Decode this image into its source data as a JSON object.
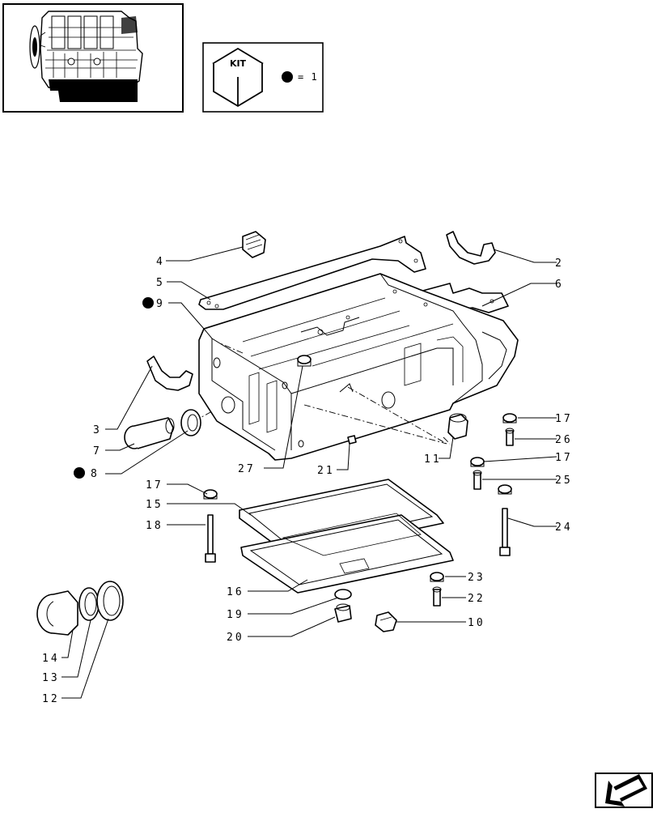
{
  "kit": {
    "label": "KIT",
    "legend": "= 1",
    "bullet_color": "#000000"
  },
  "callouts": [
    {
      "id": "c4",
      "text": "4"
    },
    {
      "id": "c2",
      "text": "2"
    },
    {
      "id": "c5",
      "text": "5"
    },
    {
      "id": "c6",
      "text": "6"
    },
    {
      "id": "c9",
      "text": "9",
      "kit": true
    },
    {
      "id": "c3",
      "text": "3"
    },
    {
      "id": "c7",
      "text": "7"
    },
    {
      "id": "c8",
      "text": "8",
      "kit": true
    },
    {
      "id": "c17a",
      "text": "17"
    },
    {
      "id": "c26",
      "text": "26"
    },
    {
      "id": "c17b",
      "text": "17"
    },
    {
      "id": "c25",
      "text": "25"
    },
    {
      "id": "c27",
      "text": "27"
    },
    {
      "id": "c21",
      "text": "21"
    },
    {
      "id": "c11",
      "text": "11"
    },
    {
      "id": "c17c",
      "text": "17"
    },
    {
      "id": "c15",
      "text": "15"
    },
    {
      "id": "c18",
      "text": "18"
    },
    {
      "id": "c24",
      "text": "24"
    },
    {
      "id": "c23",
      "text": "23"
    },
    {
      "id": "c22",
      "text": "22"
    },
    {
      "id": "c16",
      "text": "16"
    },
    {
      "id": "c19",
      "text": "19"
    },
    {
      "id": "c10",
      "text": "10"
    },
    {
      "id": "c20",
      "text": "20"
    },
    {
      "id": "c14",
      "text": "14"
    },
    {
      "id": "c13",
      "text": "13"
    },
    {
      "id": "c12",
      "text": "12"
    }
  ]
}
